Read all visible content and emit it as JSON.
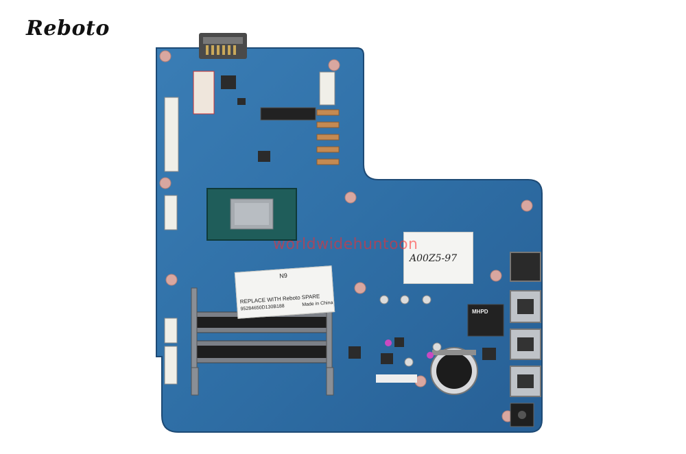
{
  "brand": {
    "logo_text": "Reboto"
  },
  "watermark": "worldwidehuntoon",
  "label_main": {
    "line1": "N9",
    "line2": "REPLACE WITH Reboto SPARE",
    "line3": "Made in China",
    "barcode_text": "95284650D130B188"
  },
  "handwritten_note": "A00Z5-97",
  "chip_marking": "MHPD",
  "colors": {
    "pcb": "#2f6fa6",
    "pcb_dark": "#245a8c",
    "background": "#ffffff"
  }
}
